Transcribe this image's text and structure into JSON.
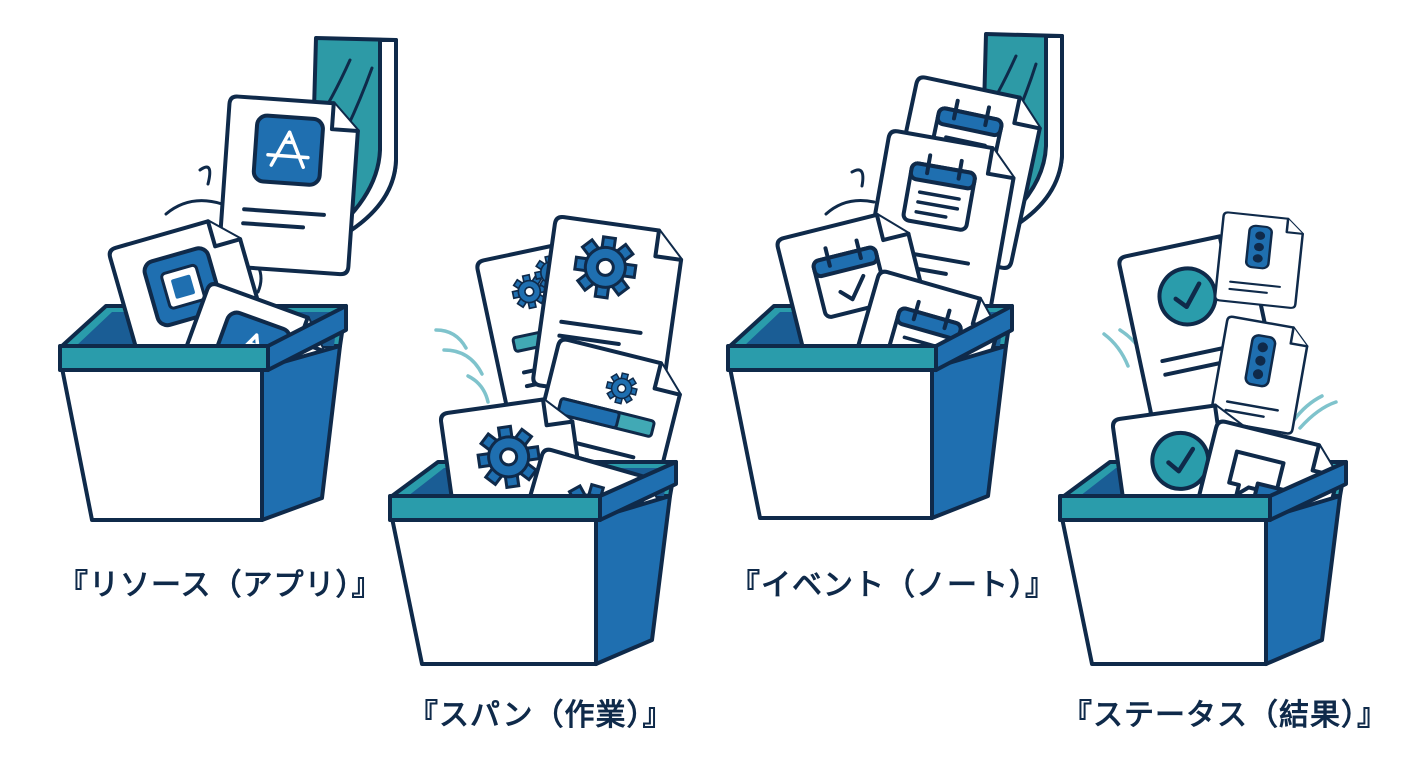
{
  "labels": {
    "resource": "『リソース（アプリ）』",
    "span": "『スパン（作業）』",
    "event": "『イベント（ノート）』",
    "status": "『ステータス（結果）』"
  },
  "colors": {
    "outline": "#0f2a4a",
    "bucket_blue": "#1f6fb0",
    "rim_teal": "#2a9cab",
    "hand_teal": "#2d9aa6",
    "bar_teal": "#41a9b5",
    "motion_teal": "#7fc3cc",
    "paper": "#ffffff"
  },
  "icons": {
    "resource": "app-store-icon",
    "resource_alt": "app-window-icon",
    "span": "gear-icon",
    "event": "calendar-note-icon",
    "status": [
      "check-icon",
      "traffic-light-icon",
      "chat-bubble-icon"
    ]
  }
}
